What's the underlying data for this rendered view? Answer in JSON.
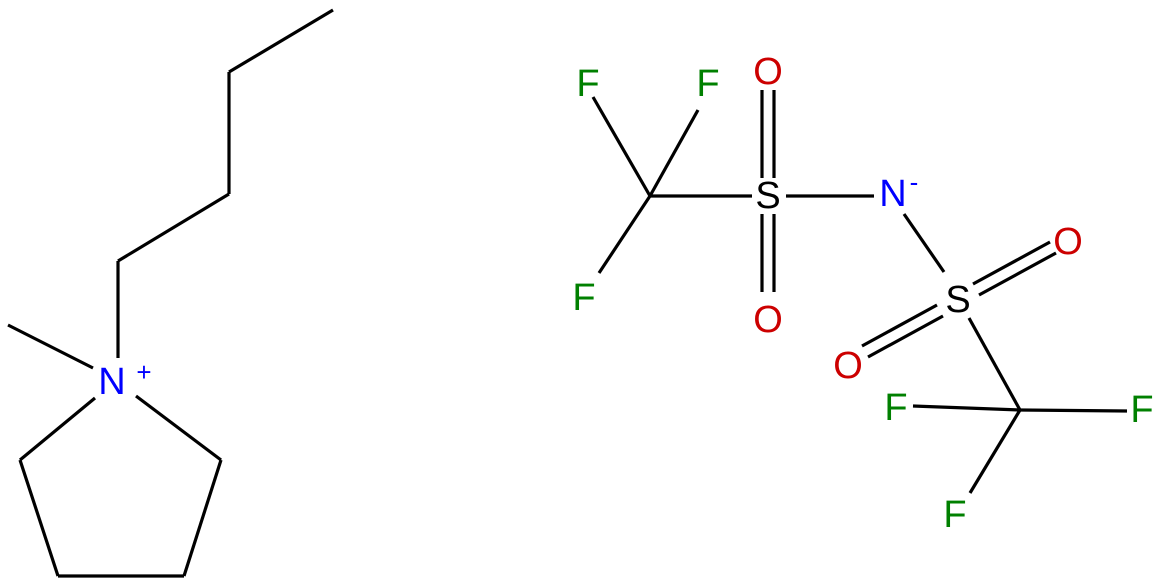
{
  "cation": {
    "atoms": {
      "n": "N",
      "n_charge": "+"
    }
  },
  "anion": {
    "atoms": {
      "f1": "F",
      "f2": "F",
      "f3": "F",
      "s1": "S",
      "o1": "O",
      "o2": "O",
      "n": "N",
      "n_charge": "-",
      "s2": "S",
      "o3": "O",
      "o4": "O",
      "f4": "F",
      "f5": "F",
      "f6": "F"
    }
  },
  "colors": {
    "nitrogen": "#0000FF",
    "oxygen": "#CC0000",
    "fluorine": "#008000",
    "sulfur": "#000000",
    "bond": "#000000"
  }
}
